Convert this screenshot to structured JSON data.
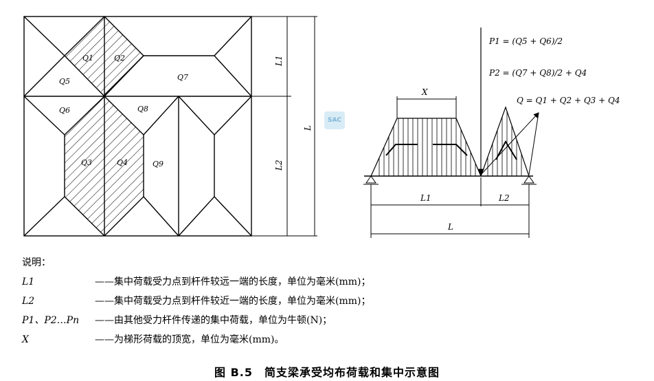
{
  "labels": {
    "Q1": "Q1",
    "Q2": "Q2",
    "Q3": "Q3",
    "Q4": "Q4",
    "Q5": "Q5",
    "Q6": "Q6",
    "Q7": "Q7",
    "Q8": "Q8",
    "Q9": "Q9"
  },
  "dims": {
    "L1": "L1",
    "L2": "L2",
    "L": "L",
    "X": "X"
  },
  "formulas": {
    "P1": "P1 = (Q5 + Q6)/2",
    "P2": "P2 = (Q7 + Q8)/2 + Q4",
    "Q": "Q = Q1 + Q2 + Q3 + Q4"
  },
  "notes": {
    "heading": "说明：",
    "rows": [
      {
        "sym": "L1",
        "desc": "——集中荷载受力点到杆件较远一端的长度，单位为毫米(mm)；"
      },
      {
        "sym": "L2",
        "desc": "——集中荷载受力点到杆件较近一端的长度，单位为毫米(mm)；"
      },
      {
        "sym": "P1、P2…Pn",
        "desc": "——由其他受力杆件传递的集中荷载，单位为牛顿(N)；"
      },
      {
        "sym": "X",
        "desc": "——为梯形荷载的顶宽，单位为毫米(mm)。"
      }
    ]
  },
  "caption": "图 B.5　简支梁承受均布荷载和集中示意图",
  "watermark": "SAC"
}
